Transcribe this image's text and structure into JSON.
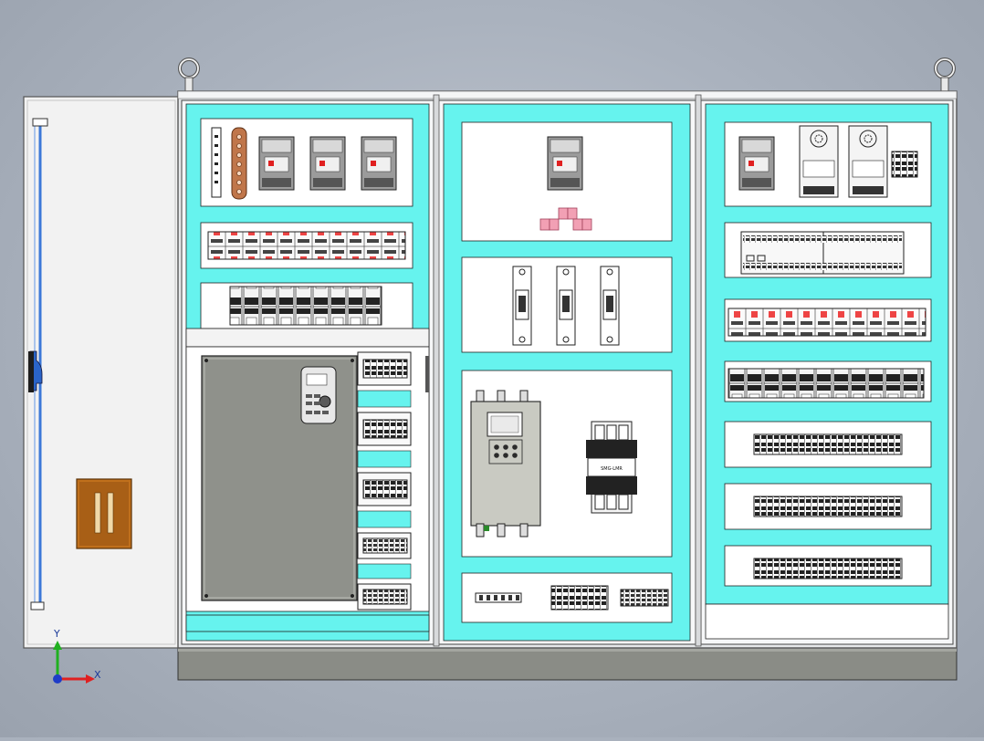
{
  "colors": {
    "background": "#aab2be",
    "cabinet_frame": "#e6e8ea",
    "cyan_rail": "#66f3ee",
    "backplate": "#ffffff",
    "base": "#8a8c86",
    "vfd_body": "#8f918b",
    "starter_body": "#c9cac2",
    "copper": "#c0764a",
    "pink_module": "#f2a0b4",
    "door": "#f2f2f2",
    "handle_blue": "#3c78d8",
    "axis_x": "#e02020",
    "axis_y": "#20b020",
    "axis_z": "#1e3cc8"
  },
  "viewport": {
    "axis_x_label": "X",
    "axis_y_label": "Y"
  },
  "component_labels": {
    "contactor_tag": "SMG-LMR"
  },
  "icons": [
    "lifting-eye-icon",
    "triad-axis-icon"
  ]
}
